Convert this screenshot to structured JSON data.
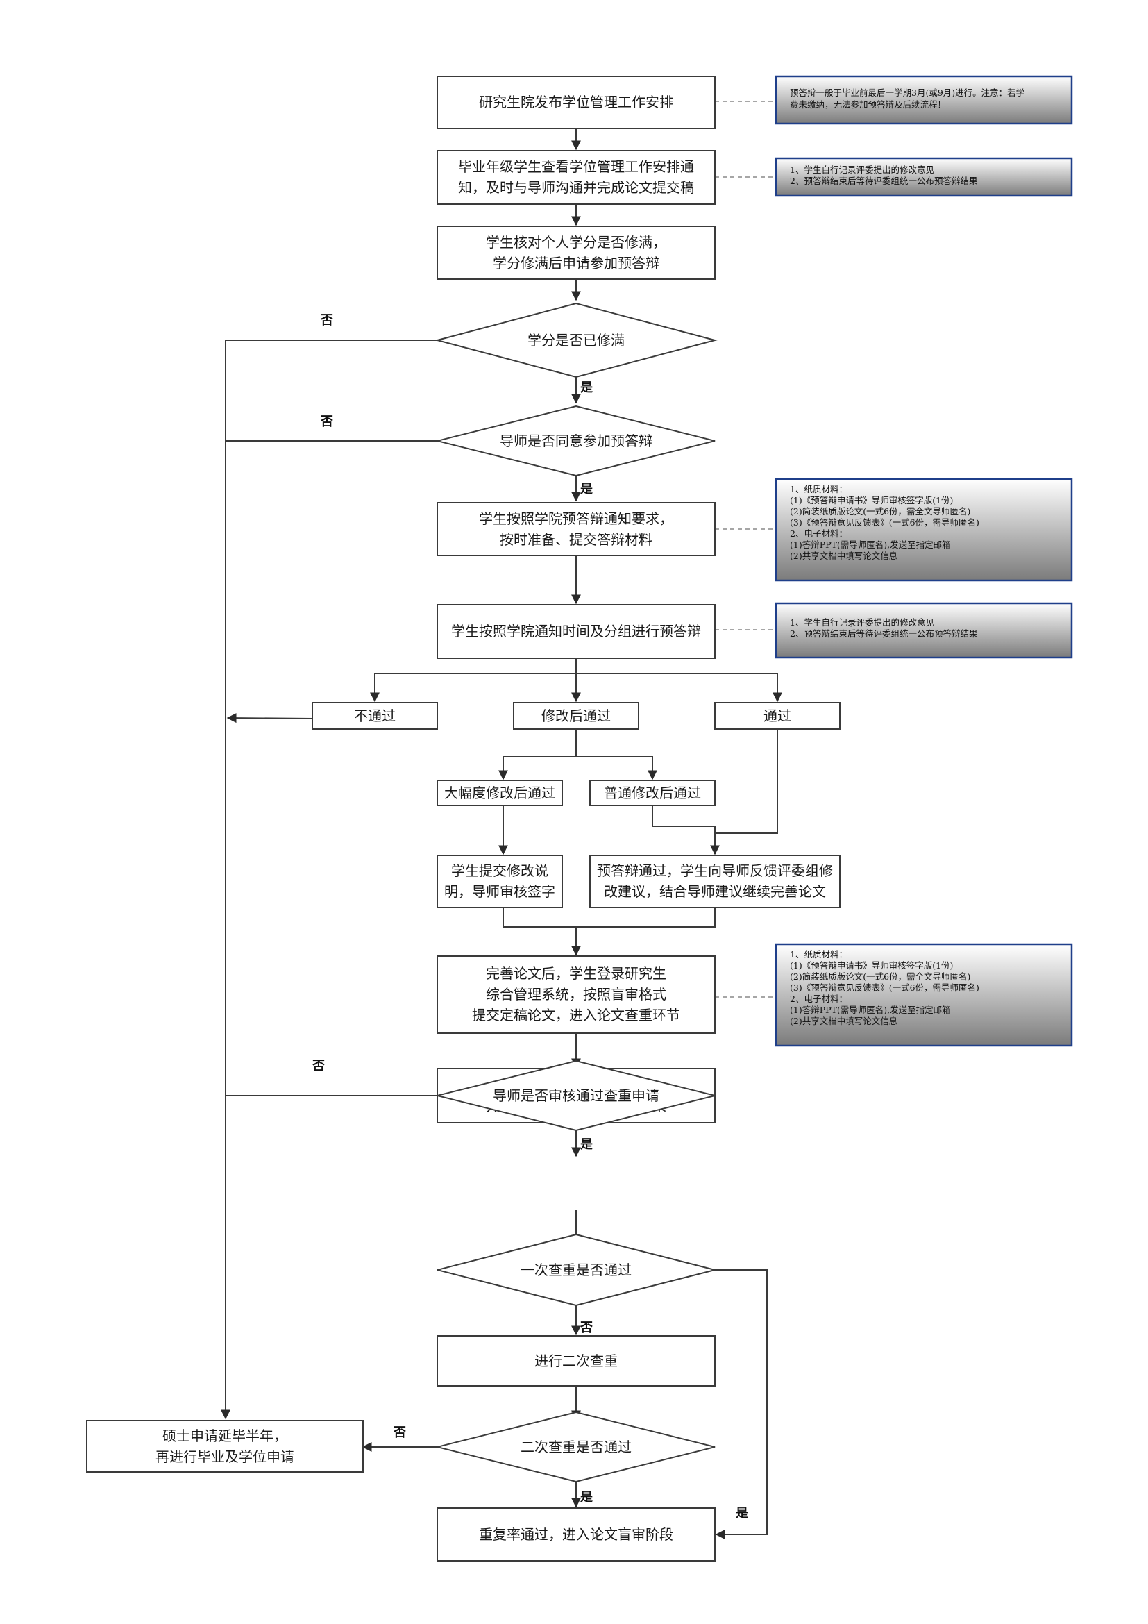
{
  "steps": {
    "publish": [
      "研究生院发布学位管理工作安排"
    ],
    "check_notice": [
      "毕业年级学生查看学位管理工作安排通",
      "知，及时与导师沟通并完成论文提交稿"
    ],
    "check_credits": [
      "学生核对个人学分是否修满，",
      "学分修满后申请参加预答辩"
    ],
    "prepare": [
      "学生按照学院预答辩通知要求，",
      "按时准备、提交答辩材料"
    ],
    "predefense": [
      "学生按照学院通知时间及分组进行预答辩"
    ],
    "fail": [
      "不通过"
    ],
    "pass_after_revision": [
      "修改后通过"
    ],
    "pass": [
      "通过"
    ],
    "major_revision": [
      "大幅度修改后通过"
    ],
    "normal_revision": [
      "普通修改后通过"
    ],
    "submit_explanation": [
      "学生提交修改说",
      "明，导师审核签字"
    ],
    "feedback": [
      "预答辩通过，学生向导师反馈评委组修",
      "改建议，结合导师建议继续完善论文"
    ],
    "finalize": [
      "完善论文后，学生登录研究生",
      "综合管理系统，按照盲审格式",
      "提交定稿论文，进入论文查重环节"
    ],
    "arrange_check": [
      "学院统一安排查重，",
      "并通知学生查看论文查重结果"
    ],
    "second_check": [
      "进行二次查重"
    ],
    "extend": [
      "硕士申请延毕半年，",
      "再进行毕业及学位申请"
    ],
    "blind_review": [
      "重复率通过，进入论文盲审阶段"
    ]
  },
  "decisions": {
    "credits_complete": "学分是否已修满",
    "advisor_agree": "导师是否同意参加预答辩",
    "advisor_check_approve": "导师是否审核通过查重申请",
    "first_check_pass": "一次查重是否通过",
    "second_check_pass": "二次查重是否通过"
  },
  "labels": {
    "yes": "是",
    "no": "否"
  },
  "notes": {
    "n1": [
      "预答辩一般于毕业前最后一学期3月(或9月)进行。注意：若学",
      "费未缴纳，无法参加预答辩及后续流程！"
    ],
    "n2": [
      "1、学生自行记录评委提出的修改意见",
      "2、预答辩结束后等待评委组统一公布预答辩结果"
    ],
    "n3": [
      "1、纸质材料：",
      "(1)《预答辩申请书》导师审核签字版(1份)",
      "(2)简装纸质版论文(一式6份，需全文导师匿名)",
      "(3)《预答辩意见反馈表》(一式6份，需导师匿名)",
      "2、电子材料：",
      "(1)答辩PPT(需导师匿名),发送至指定邮箱",
      "(2)共享文档中填写论文信息"
    ],
    "n4": [
      "1、学生自行记录评委提出的修改意见",
      "2、预答辩结束后等待评委组统一公布预答辩结果"
    ],
    "n5": [
      "1、纸质材料：",
      "(1)《预答辩申请书》导师审核签字版(1份)",
      "(2)简装纸质版论文(一式6份，需全文导师匿名)",
      "(3)《预答辩意见反馈表》(一式6份，需导师匿名)",
      "2、电子材料：",
      "(1)答辩PPT(需导师匿名),发送至指定邮箱",
      "(2)共享文档中填写论文信息"
    ]
  },
  "colors": {
    "note_border": "#1f3f8a",
    "note_top": "#ffffff",
    "note_bottom": "#7b7b7b",
    "line": "#3a3a3a"
  }
}
